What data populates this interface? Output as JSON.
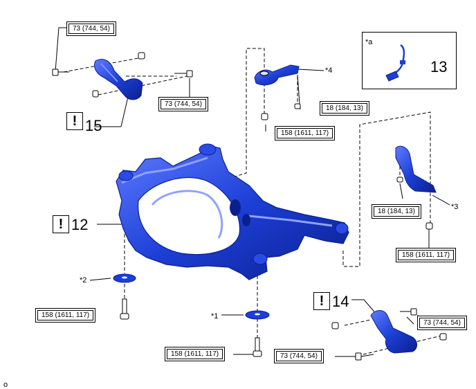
{
  "torque_labels": {
    "t1": "73 (744, 54)",
    "t2": "73 (744, 54)",
    "t3": "18 (184, 13)",
    "t4": "158 (1611, 117)",
    "t5": "18 (184, 13)",
    "t6": "158 (1611, 117)",
    "t7": "158 (1611, 117)",
    "t8": "158 (1611, 117)",
    "t9": "73 (744, 54)",
    "t10": "73 (744, 54)"
  },
  "callouts": {
    "n12": "12",
    "n13": "13",
    "n14": "14",
    "n15": "15"
  },
  "warning_symbol": "!",
  "stars": {
    "s1": "*1",
    "s2": "*2",
    "s3": "*3",
    "s4": "*4",
    "sa": "*a"
  },
  "corner_text": "o",
  "colors": {
    "part": "#1c3fd6",
    "part_dark": "#0b1f8f",
    "part_light": "#6f86ff",
    "line": "#000000"
  }
}
